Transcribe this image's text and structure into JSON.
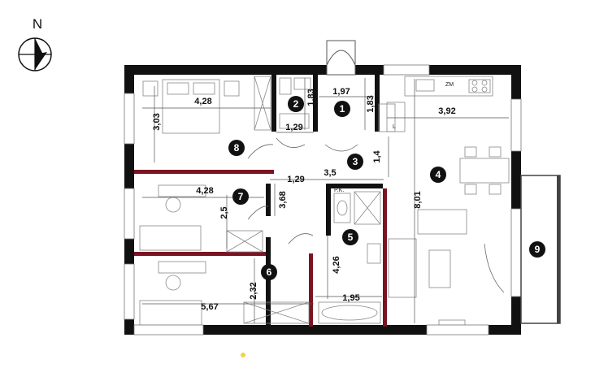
{
  "compass": {
    "label": "N"
  },
  "rooms": [
    {
      "id": "1",
      "label": "1"
    },
    {
      "id": "2",
      "label": "2"
    },
    {
      "id": "3",
      "label": "3"
    },
    {
      "id": "4",
      "label": "4"
    },
    {
      "id": "5",
      "label": "5"
    },
    {
      "id": "6",
      "label": "6"
    },
    {
      "id": "7",
      "label": "7"
    },
    {
      "id": "8",
      "label": "8"
    },
    {
      "id": "9",
      "label": "9"
    }
  ],
  "dimensions": {
    "bed_top_width": "4,28",
    "bed_top_height": "3,03",
    "bath_small_height": "1,83",
    "bath_small_width": "1,29",
    "hall_width": "1,97",
    "hall_height": "1,83",
    "living_width": "3,92",
    "corridor_height": "1,4",
    "corridor_width": "3,5",
    "corridor_small": "1,29",
    "room7_width": "4,28",
    "room7_height": "2,5",
    "room7_depth": "3,68",
    "bath_height": "4,26",
    "bath_width": "1,95",
    "living_height": "8,01",
    "room6_width": "5,67",
    "room6_height": "2,32"
  },
  "labels": {
    "pk": "P.K.",
    "zm": "ZM",
    "l": "L"
  }
}
